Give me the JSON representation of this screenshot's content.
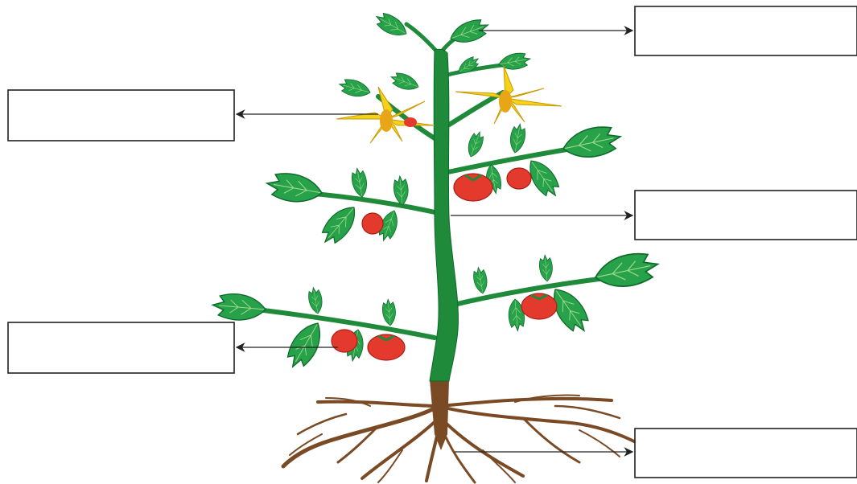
{
  "diagram": {
    "subject": "tomato plant",
    "labels": [
      {
        "part": "leaf",
        "text": ""
      },
      {
        "part": "flower",
        "text": ""
      },
      {
        "part": "stem",
        "text": ""
      },
      {
        "part": "fruit",
        "text": ""
      },
      {
        "part": "root",
        "text": ""
      }
    ]
  },
  "colors": {
    "stem": "#1f8a3a",
    "leaf": "#27a24a",
    "leaf_outline": "#0f6a2a",
    "flower": "#f5d21a",
    "fruit": "#e43a2e",
    "root": "#7a4a24",
    "box_stroke": "#222222"
  }
}
